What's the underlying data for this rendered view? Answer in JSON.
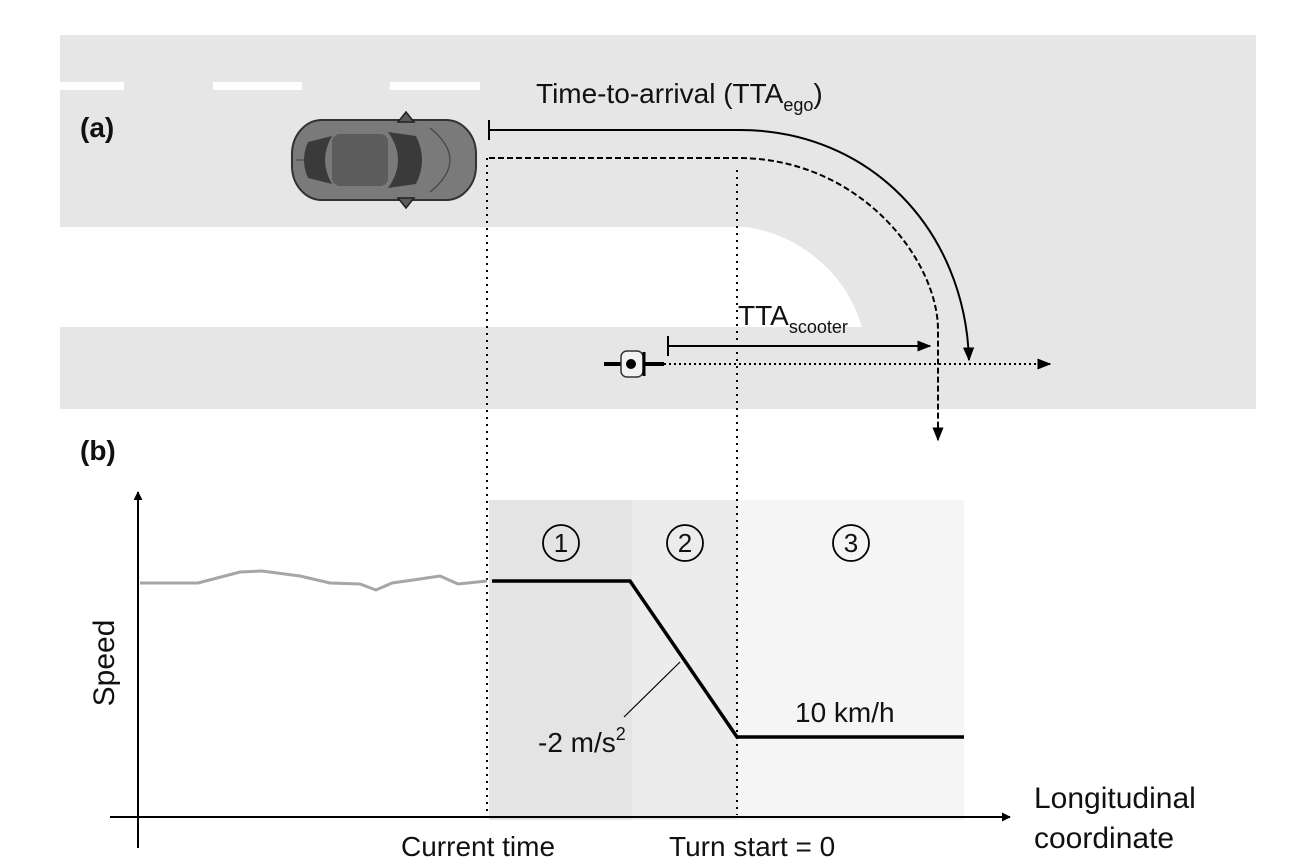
{
  "panel_a": {
    "label": "(a)",
    "tta_ego_main": "Time-to-arrival (TTA",
    "tta_ego_sub": "ego",
    "tta_ego_close": ")",
    "tta_scooter_main": "TTA",
    "tta_scooter_sub": "scooter"
  },
  "panel_b": {
    "label": "(b)",
    "phase_1": "1",
    "phase_2": "2",
    "phase_3": "3",
    "ylabel": "Speed",
    "decel_main": "-2 m/s",
    "decel_sup": "2",
    "speed_value": "10 km/h",
    "xlabel_line1": "Longitudinal",
    "xlabel_line2": "coordinate",
    "tick_current_time": "Current time",
    "tick_turn_start": "Turn start = 0"
  },
  "colors": {
    "road": "#e6e6e6",
    "phase1_bg": "#e4e4e4",
    "phase2_bg": "#ececec",
    "phase3_bg": "#f5f5f5",
    "car_body": "#7a7a7a",
    "history_trace": "#a6a6a6",
    "profile_line": "#000000"
  },
  "icons": [
    "car-icon",
    "scooter-icon"
  ]
}
